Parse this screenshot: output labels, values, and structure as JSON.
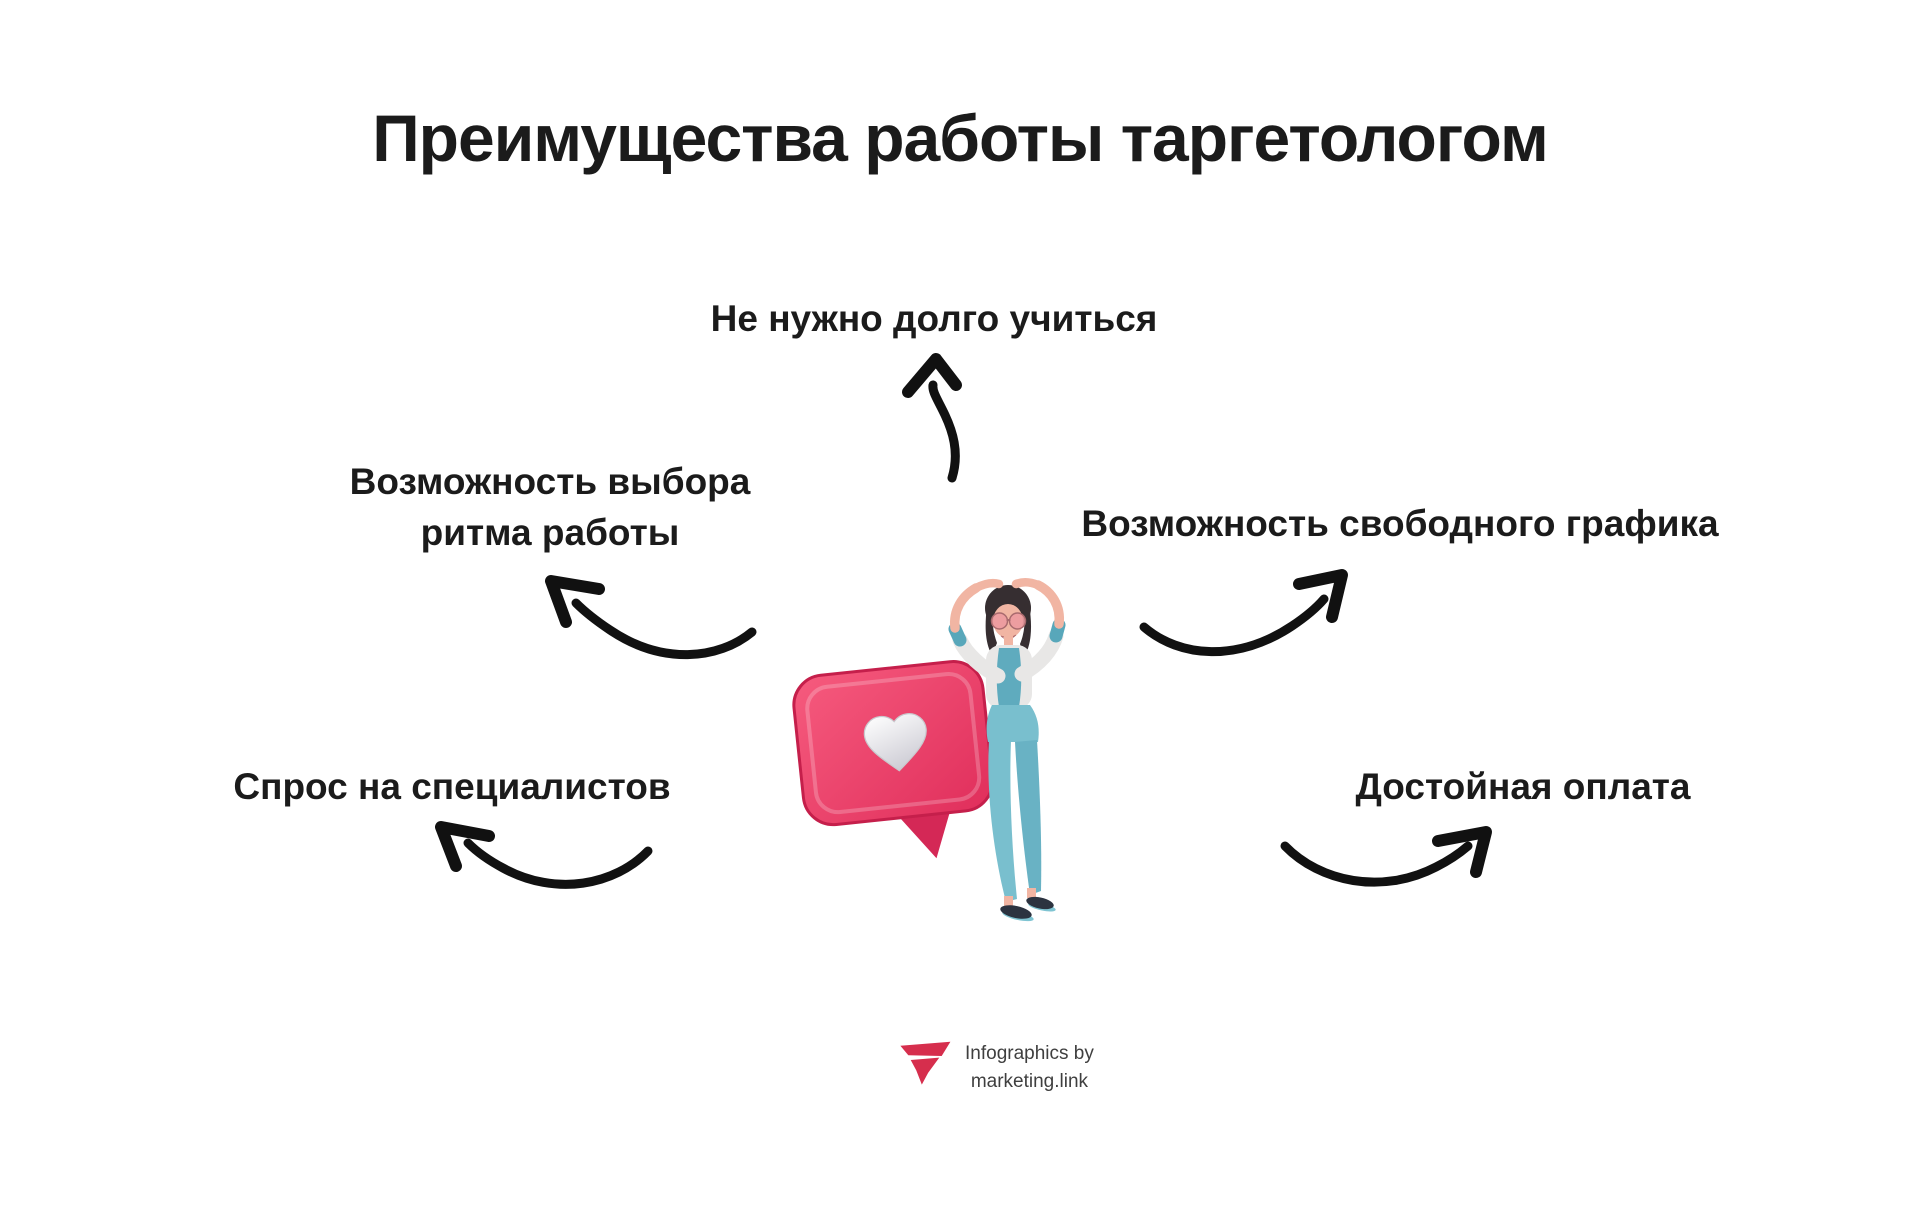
{
  "title": "Преимущества работы таргетологом",
  "benefits": [
    {
      "position": "top",
      "label": "Не нужно долго учиться"
    },
    {
      "position": "middle-left",
      "label": "Возможность выбора ритма работы",
      "lines": [
        "Возможность выбора",
        "ритма работы"
      ]
    },
    {
      "position": "middle-right",
      "label": "Возможность свободного графика"
    },
    {
      "position": "bottom-left",
      "label": "Спрос на специалистов"
    },
    {
      "position": "bottom-right",
      "label": "Достойная оплата"
    }
  ],
  "illustration": {
    "icons": [
      "like-heart-bubble",
      "woman-heart-gesture-figure"
    ]
  },
  "footer": {
    "line1": "Infographics by",
    "line2": "marketing.link"
  },
  "colors": {
    "background": "#ffffff",
    "text": "#1b1b1b",
    "arrow": "#0f0f0f",
    "bubble_pink": "#ee3c66",
    "bubble_dark": "#d42856",
    "bubble_edge": "#c51f4b",
    "heart_white": "#f4f3f5",
    "logo_red": "#d62e4d",
    "credit_text": "#3f3f3f",
    "outfit_teal": "#79bfce",
    "outfit_teal_dark": "#5fabbe",
    "jacket_gray": "#e8e7e6",
    "skin": "#f1b5a3",
    "hair": "#362e31",
    "shoe_dark": "#2c3340"
  }
}
